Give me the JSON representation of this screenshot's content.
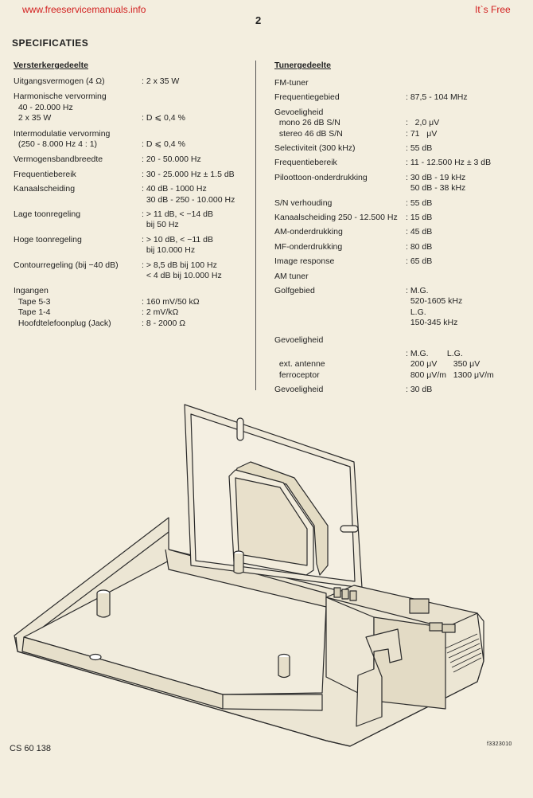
{
  "header": {
    "site_link": "www.freeservicemanuals.info",
    "free_label": "It`s Free",
    "page_number": "2"
  },
  "title": "SPECIFICATIES",
  "left": {
    "heading": "Versterkergedeelte",
    "rows": [
      {
        "label": "Uitgangsvermogen (4 Ω)",
        "value": ": 2 x 35 W"
      },
      {
        "label": "Harmonische vervorming",
        "value": ""
      },
      {
        "label": "  40 - 20.000 Hz",
        "value": ""
      },
      {
        "label": "  2 x 35 W",
        "value": ": D ⩽ 0,4 %"
      },
      {
        "label": "Intermodulatie vervorming",
        "value": ""
      },
      {
        "label": "  (250 - 8.000 Hz 4 : 1)",
        "value": ": D ⩽ 0,4 %"
      },
      {
        "label": "Vermogensbandbreedte",
        "value": ": 20 - 50.000 Hz"
      },
      {
        "label": "Frequentiebereik",
        "value": ": 30 - 25.000 Hz ± 1.5 dB"
      },
      {
        "label": "Kanaalscheiding",
        "value": ": 40 dB - 1000 Hz"
      },
      {
        "label": "",
        "value": "  30 dB - 250 - 10.000 Hz"
      },
      {
        "label": "Lage toonregeling",
        "value": ": > 11 dB, < −14 dB"
      },
      {
        "label": "",
        "value": "  bij 50 Hz"
      },
      {
        "label": "Hoge toonregeling",
        "value": ": > 10 dB, < −11 dB"
      },
      {
        "label": "",
        "value": "  bij 10.000 Hz"
      },
      {
        "label": "Contourregeling (bij −40 dB)",
        "value": ": > 8,5 dB bij 100 Hz"
      },
      {
        "label": "",
        "value": "  < 4 dB bij 10.000 Hz"
      },
      {
        "label": "Ingangen",
        "value": ""
      },
      {
        "label": "  Tape 5-3",
        "value": ": 160 mV/50 kΩ"
      },
      {
        "label": "  Tape 1-4",
        "value": ": 2 mV/kΩ"
      },
      {
        "label": "  Hoofdtelefoonplug (Jack)",
        "value": ": 8 - 2000 Ω"
      }
    ]
  },
  "right": {
    "heading": "Tunergedeelte",
    "rows": [
      {
        "label": "FM-tuner",
        "value": ""
      },
      {
        "label": "Frequentiegebied",
        "value": ": 87,5 - 104 MHz"
      },
      {
        "label": "Gevoeligheid",
        "value": ""
      },
      {
        "label": "  mono 26 dB S/N",
        "value": ":   2,0 μV"
      },
      {
        "label": "  stereo 46 dB S/N",
        "value": ": 71   μV"
      },
      {
        "label": "Selectiviteit (300 kHz)",
        "value": ": 55 dB"
      },
      {
        "label": "Frequentiebereik",
        "value": ": 11 - 12.500 Hz ± 3 dB"
      },
      {
        "label": "Piloottoon-onderdrukking",
        "value": ": 30 dB - 19 kHz"
      },
      {
        "label": "",
        "value": "  50 dB - 38 kHz"
      },
      {
        "label": "S/N verhouding",
        "value": ": 55 dB"
      },
      {
        "label": "Kanaalscheiding 250 - 12.500 Hz",
        "value": ": 15 dB"
      },
      {
        "label": "AM-onderdrukking",
        "value": ": 45 dB"
      },
      {
        "label": "MF-onderdrukking",
        "value": ": 80 dB"
      },
      {
        "label": "Image response",
        "value": ": 65 dB"
      },
      {
        "label": "AM tuner",
        "value": ""
      },
      {
        "label": "Golfgebied",
        "value": ": M.G."
      },
      {
        "label": "",
        "value": "  520-1605 kHz"
      },
      {
        "label": "",
        "value": "  L.G."
      },
      {
        "label": "",
        "value": "  150-345 kHz"
      },
      {
        "label": "Gevoeligheid",
        "value": ""
      },
      {
        "label": "",
        "value": ": M.G.        L.G."
      },
      {
        "label": "  ext. antenne",
        "value": "  200 μV       350 μV"
      },
      {
        "label": "  ferroceptor",
        "value": "  800 μV/m   1300 μV/m"
      },
      {
        "label": "Gevoeligheid",
        "value": ": 30 dB"
      }
    ]
  },
  "footer": {
    "model": "CS 60 138",
    "figure_code": "f3323010"
  }
}
